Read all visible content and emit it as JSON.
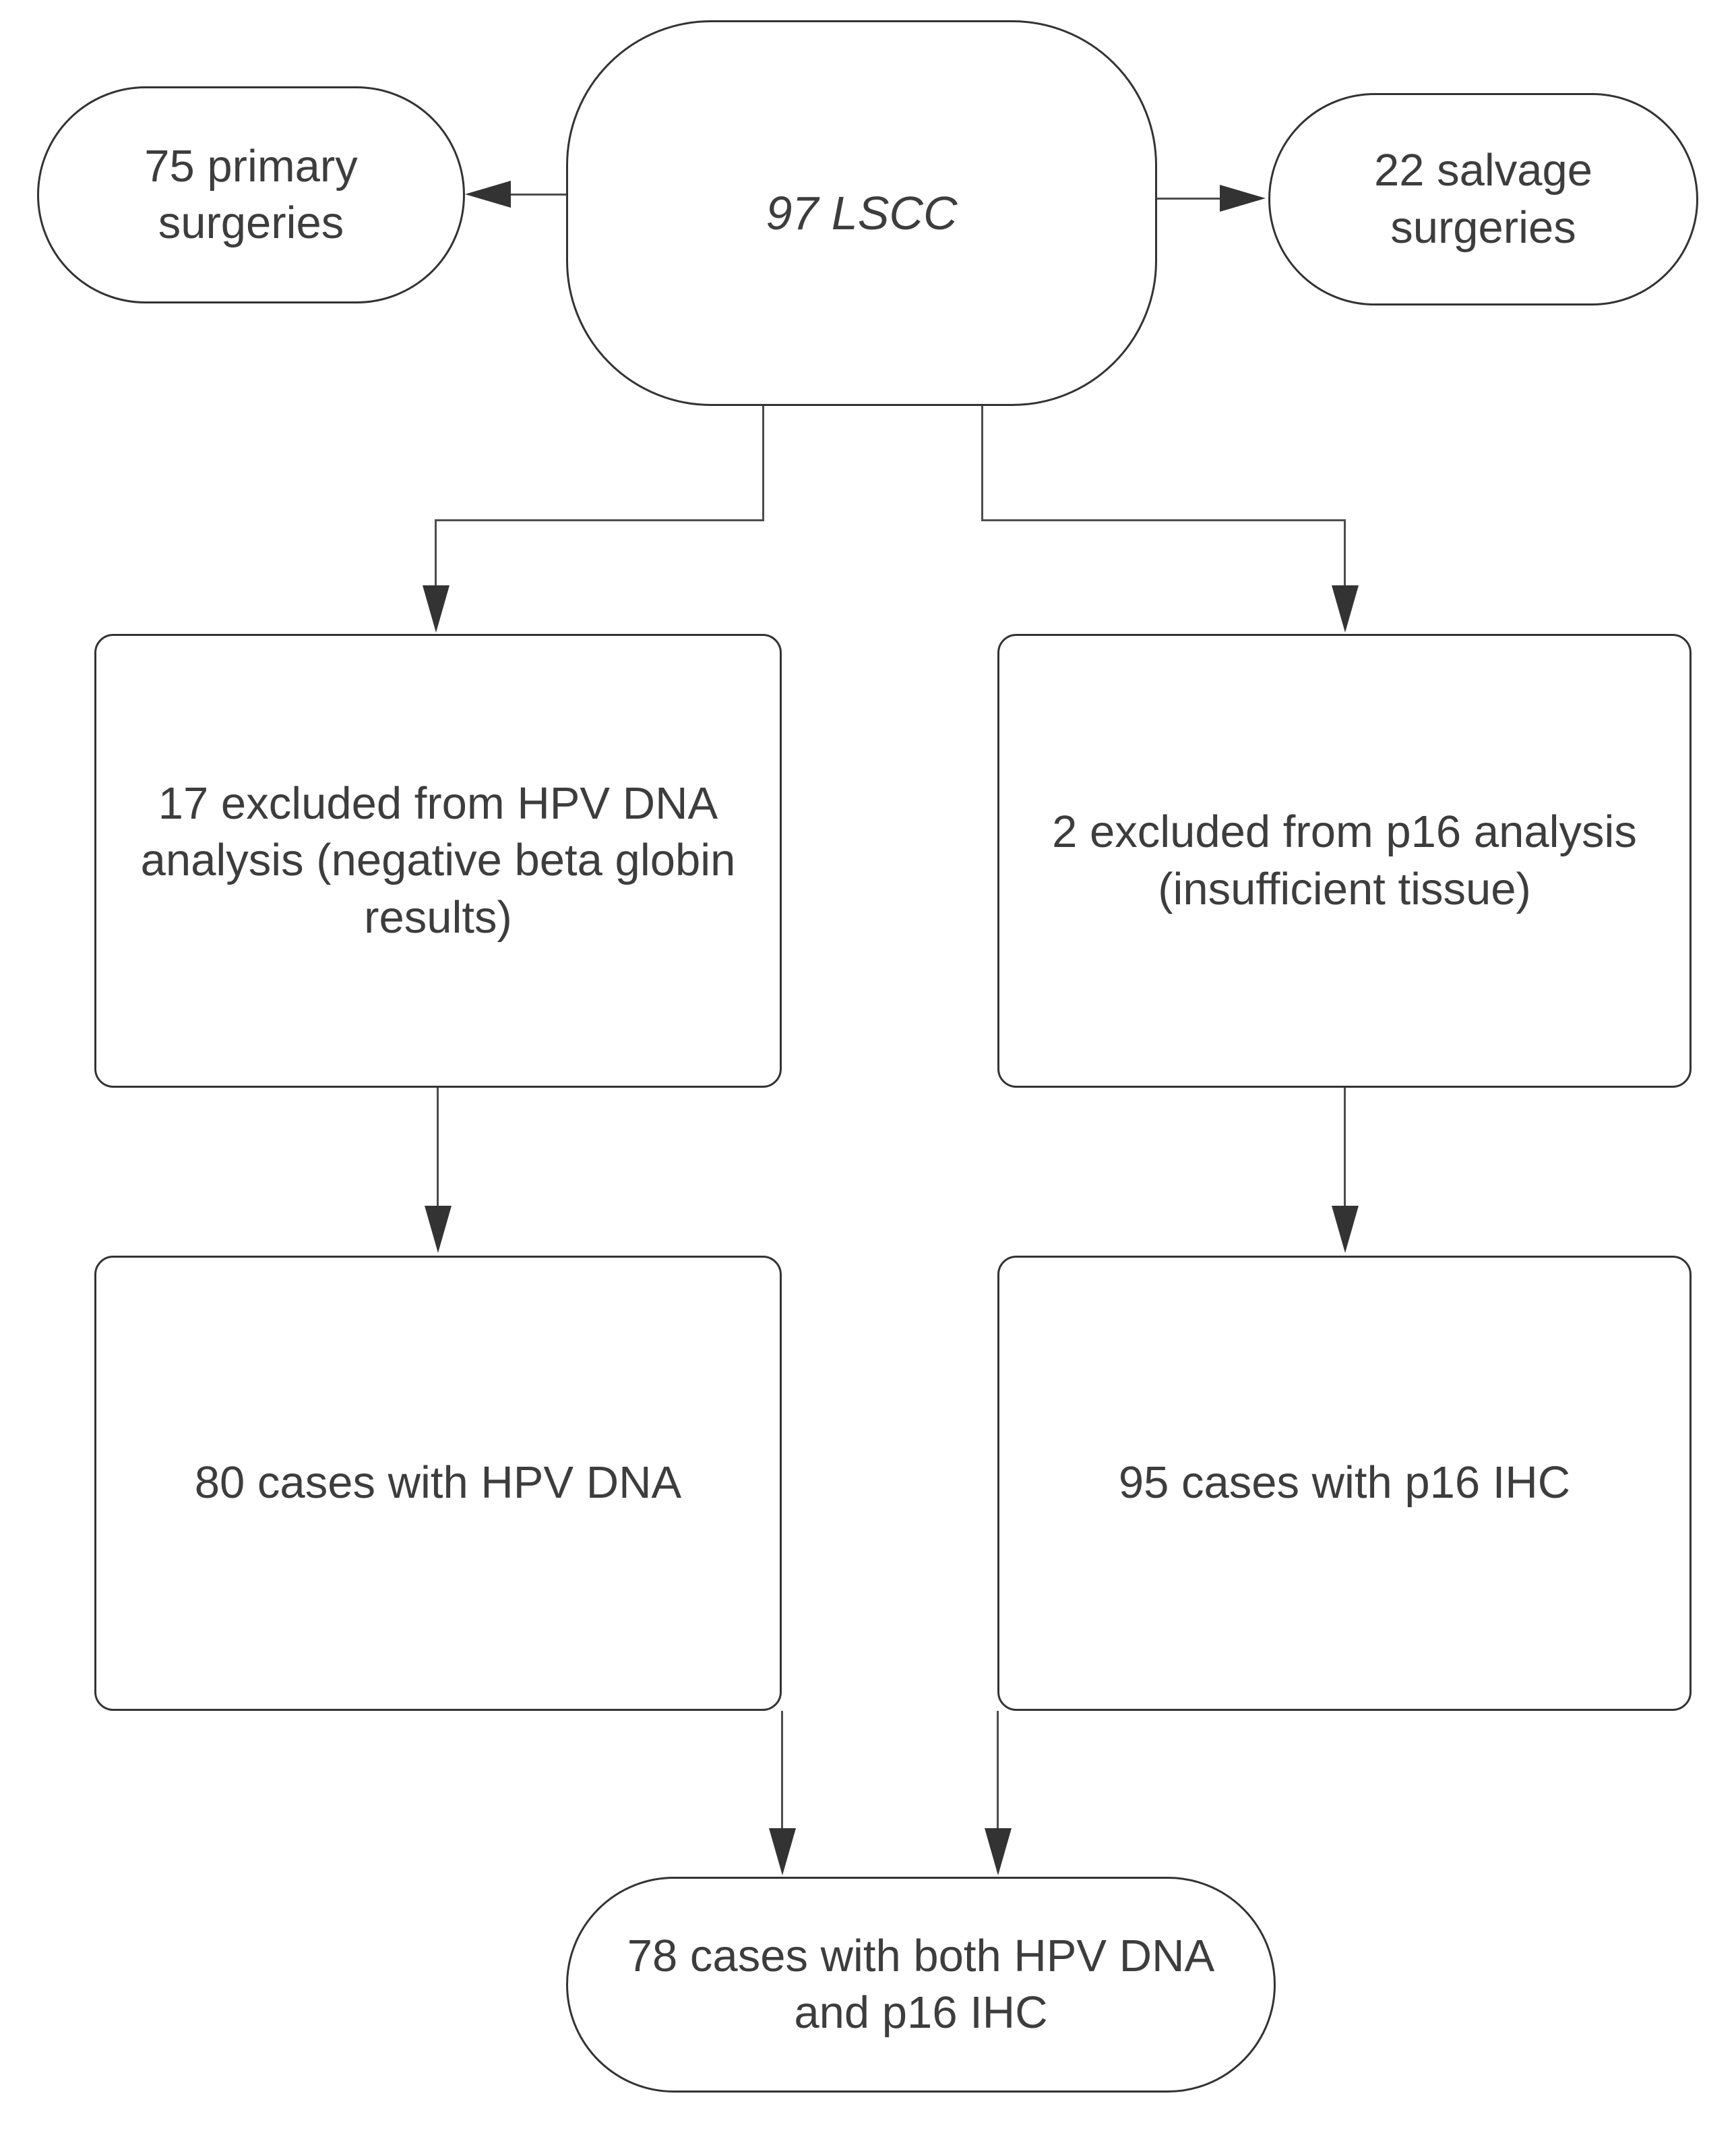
{
  "colors": {
    "background": "#ffffff",
    "node_border": "#333333",
    "connector_line": "#4d4d4d",
    "arrowhead": "#333333",
    "text": "#3d3d3d"
  },
  "nodes": {
    "root": {
      "label": "97 LSCC"
    },
    "primary": {
      "label": "75 primary\nsurgeries"
    },
    "salvage": {
      "label": "22 salvage\nsurgeries"
    },
    "excluded_hpv": {
      "label": "17 excluded from HPV DNA\nanalysis (negative beta globin\nresults)"
    },
    "excluded_p16": {
      "label": "2 excluded from p16 analysis\n(insufficient tissue)"
    },
    "hpv": {
      "label": "80 cases with HPV DNA"
    },
    "p16": {
      "label": "95 cases with p16 IHC"
    },
    "both": {
      "label": "78 cases with both HPV DNA\nand p16 IHC"
    }
  }
}
